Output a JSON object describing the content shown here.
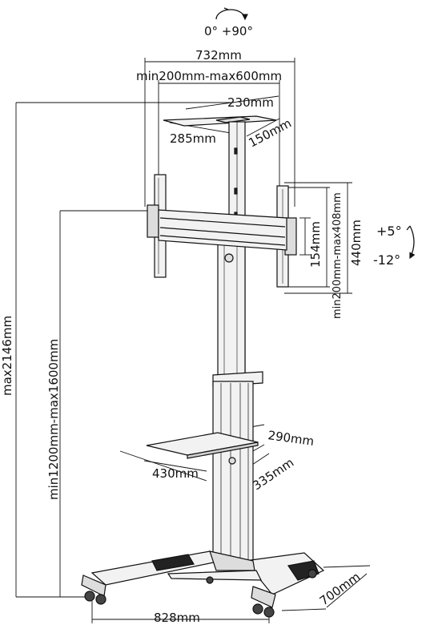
{
  "rotation": {
    "label": "0° +90°"
  },
  "tilt": {
    "up": "+5°",
    "down": "-12°"
  },
  "dimensions": {
    "vesa_width_total": "732mm",
    "vesa_width_range": "min200mm-max600mm",
    "top_plate_width": "230mm",
    "top_plate_depth": "150mm",
    "top_plate_length": "285mm",
    "bracket_height": "154mm",
    "vesa_height_range": "min200mm-max408mm",
    "bracket_total_height": "440mm",
    "max_height": "max2146mm",
    "center_height_range": "min1200mm-max1600mm",
    "shelf_depth": "290mm",
    "shelf_width": "430mm",
    "shelf_length": "335mm",
    "base_width": "828mm",
    "base_depth": "700mm"
  },
  "colors": {
    "line": "#111111",
    "metal": "#f2f2f2",
    "shade": "#bdbdbd",
    "dark": "#222222"
  }
}
